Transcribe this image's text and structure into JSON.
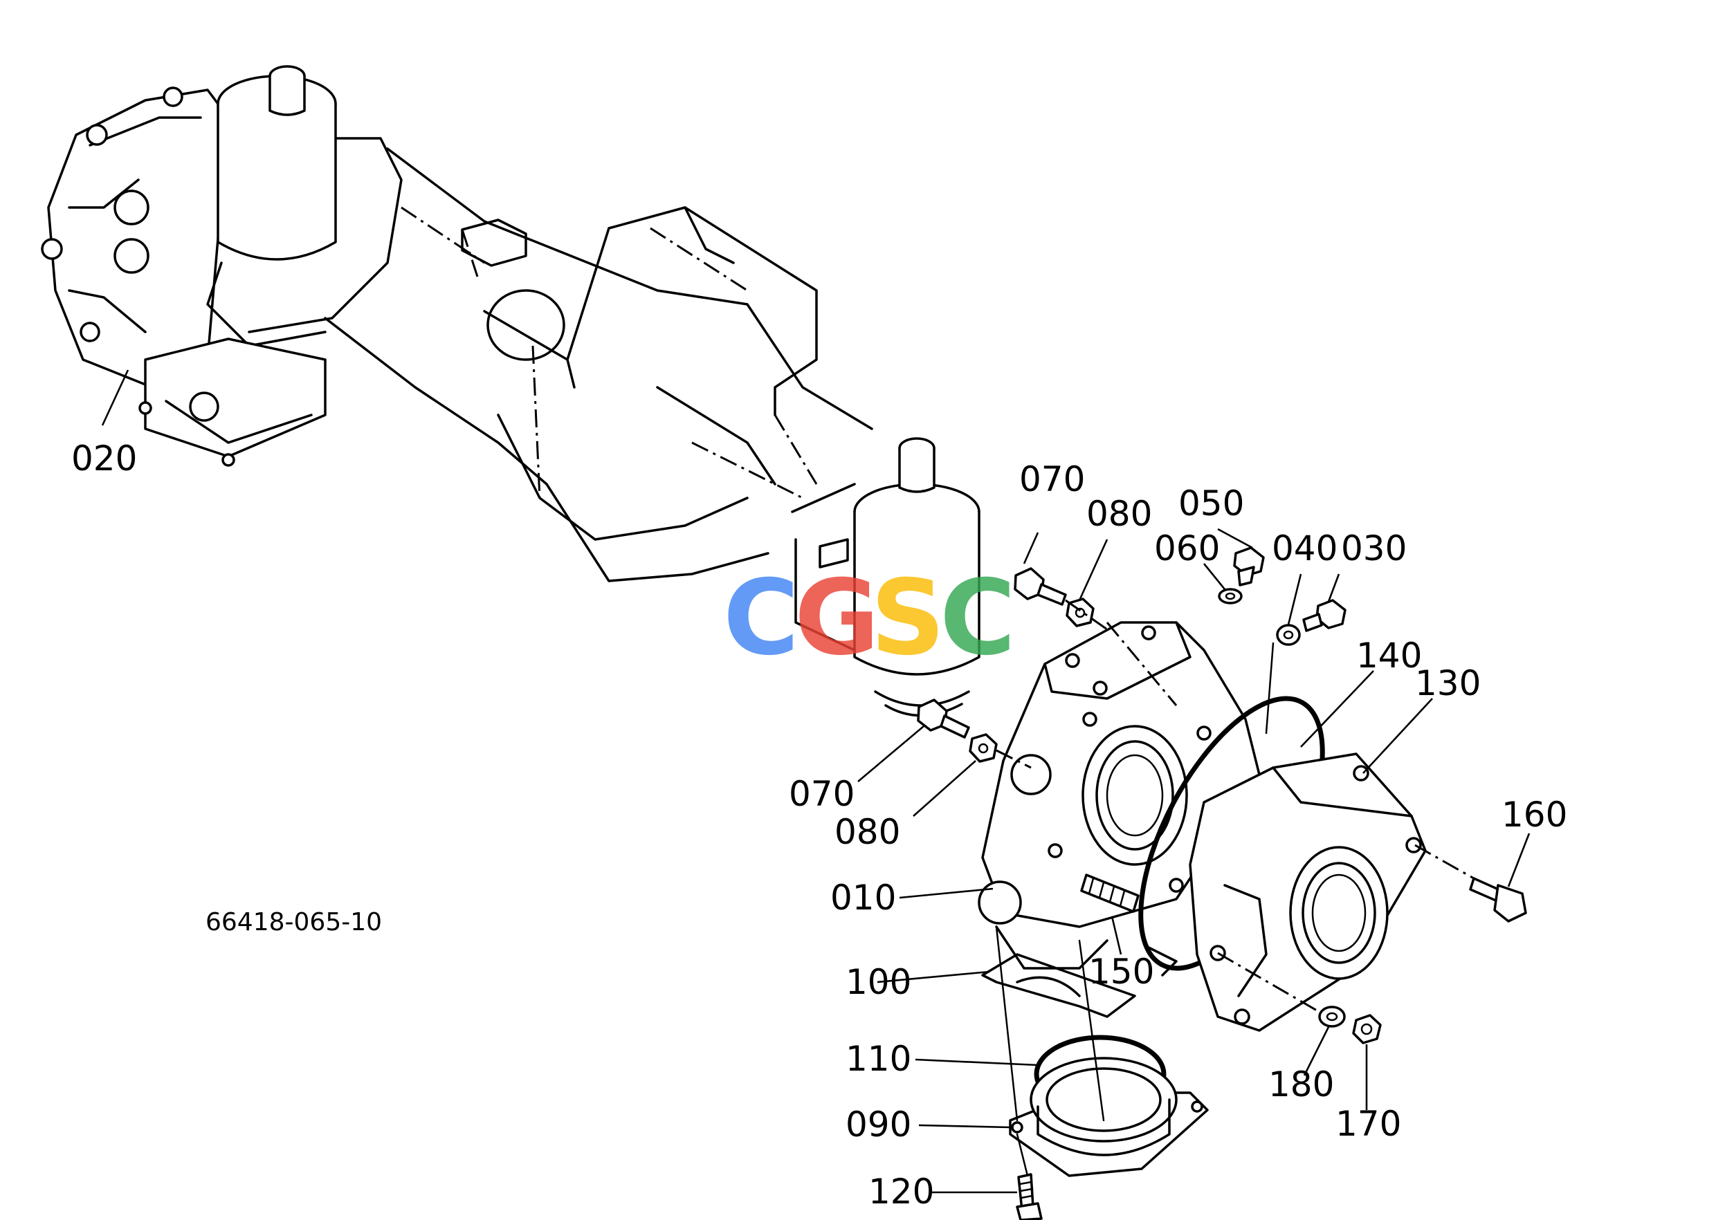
{
  "diagram": {
    "reference_code": "66418-065-10",
    "watermark": {
      "letters": [
        "C",
        "G",
        "S",
        "C"
      ],
      "colors": [
        "#4285F4",
        "#EA4335",
        "#FBBC05",
        "#34A853"
      ]
    },
    "labels": {
      "p010": "010",
      "p020": "020",
      "p030": "030",
      "p040": "040",
      "p050": "050",
      "p060": "060",
      "p070a": "070",
      "p070b": "070",
      "p080a": "080",
      "p080b": "080",
      "p090": "090",
      "p100": "100",
      "p110": "110",
      "p120": "120",
      "p130": "130",
      "p140": "140",
      "p150": "150",
      "p160": "160",
      "p170": "170",
      "p180": "180"
    }
  }
}
